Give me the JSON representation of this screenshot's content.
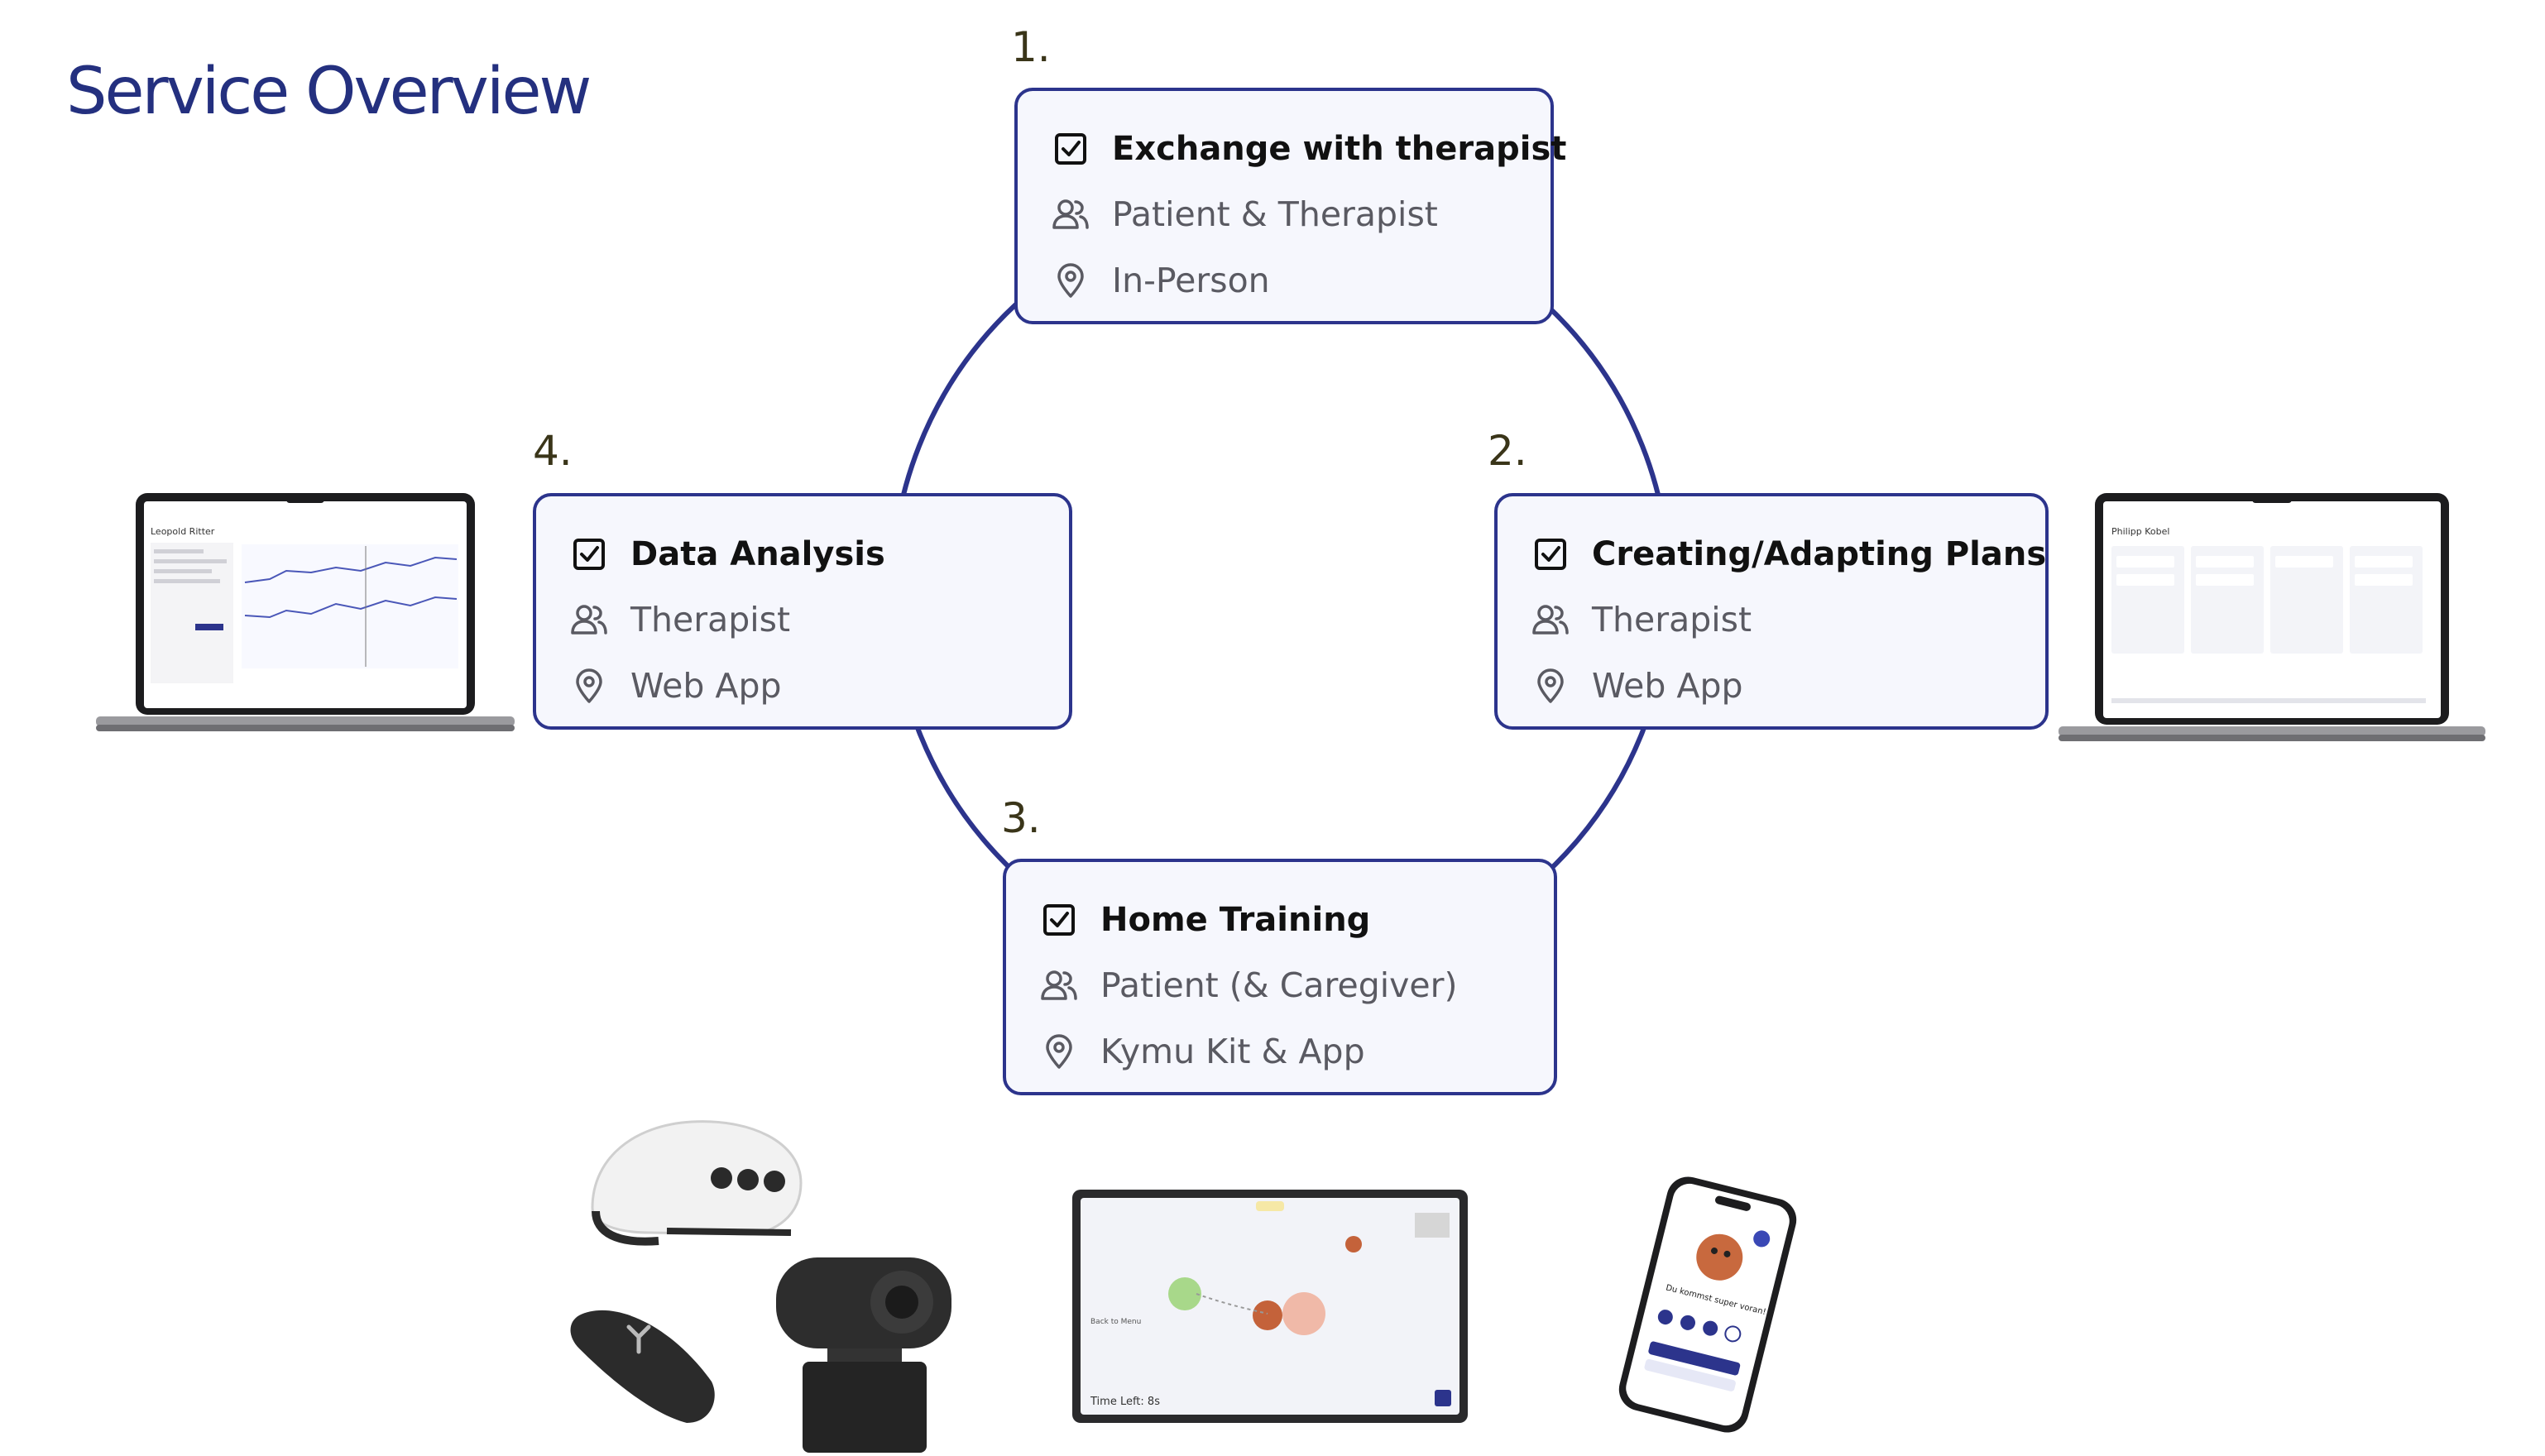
{
  "title": "Service Overview",
  "steps": [
    {
      "number": "1.",
      "title": "Exchange with therapist",
      "who": "Patient & Therapist",
      "where": "In-Person"
    },
    {
      "number": "2.",
      "title": "Creating/Adapting Plans",
      "who": "Therapist",
      "where": "Web App"
    },
    {
      "number": "3.",
      "title": "Home Training",
      "who": "Patient (& Caregiver)",
      "where": "Kymu Kit & App"
    },
    {
      "number": "4.",
      "title": "Data Analysis",
      "who": "Therapist",
      "where": "Web App"
    }
  ],
  "devices": {
    "laptop_left_name": "Leopold Ritter",
    "laptop_right_name": "Philipp Kobel",
    "tablet_time_left": "Time Left: 8s",
    "tablet_back": "Back to Menu",
    "phone_message": "Du kommst super voran!"
  },
  "colors": {
    "accent": "#2c348c",
    "title": "#24307f",
    "card_bg": "#f6f7fd",
    "number": "#3a3519"
  },
  "icons": {
    "check": "checkbox-icon",
    "people": "people-icon",
    "location": "location-pin-icon"
  }
}
